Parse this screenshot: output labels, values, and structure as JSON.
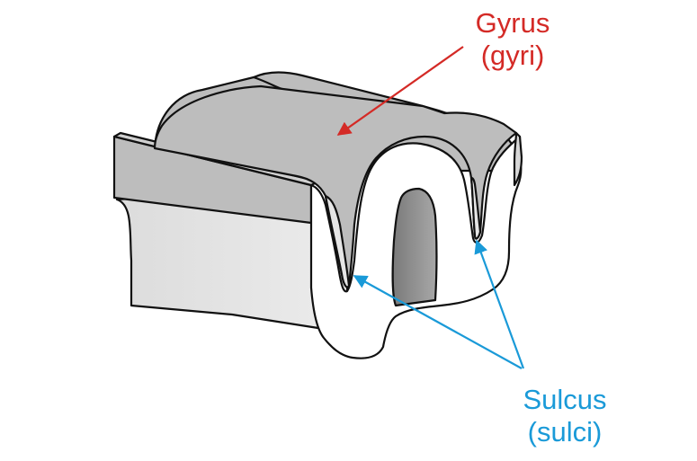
{
  "labels": {
    "gyrus": {
      "term": "Gyrus",
      "plural": "(gyri)",
      "color": "#d42a26"
    },
    "sulcus": {
      "term": "Sulcus",
      "plural": "(sulci)",
      "color": "#1a9ad8"
    }
  },
  "colors": {
    "outline": "#111111",
    "surface_gray": "#bdbdbd",
    "face_light": "#e2e2e2",
    "white_matter": "#ffffff",
    "cavity_dark": "#8a8a8a"
  }
}
